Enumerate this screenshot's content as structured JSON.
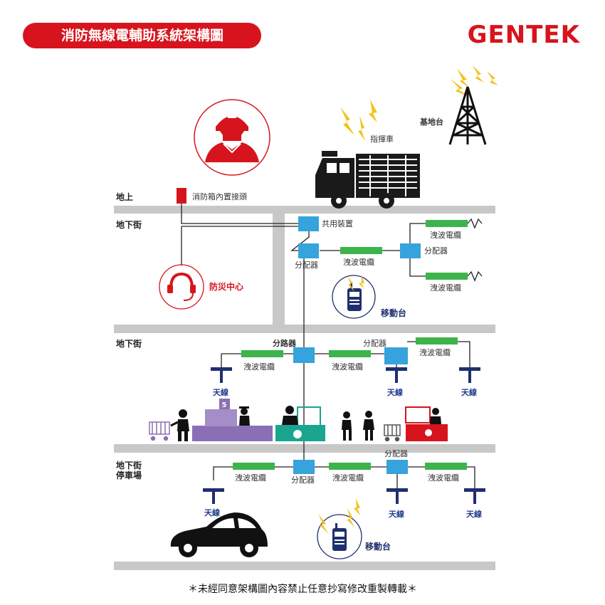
{
  "header": {
    "title": "消防無線電輔助系統架構圖",
    "brand": "GENTEK"
  },
  "levels": {
    "ground": "地上",
    "underground_1": "地下街",
    "underground_2": "地下街",
    "parking_line1": "地下街",
    "parking_line2": "停車場"
  },
  "labels": {
    "base_station": "基地台",
    "command_vehicle": "指揮車",
    "fire_box_connector": "消防箱內置接頭",
    "combiner": "共用裝置",
    "disaster_center": "防災中心",
    "splitter": "分配器",
    "router": "分路器",
    "leaky_cable": "洩波電纜",
    "antenna": "天線",
    "portable_radio": "移動台",
    "shop_sign_number": "5"
  },
  "footer": {
    "notice": "＊未經同意架構圖內容禁止任意抄寫修改重製轉載＊"
  },
  "colors": {
    "brand_red": "#d7141d",
    "splitter_blue": "#36a3dc",
    "cable_green": "#3cb44b",
    "antenna_navy": "#1f2f6e",
    "floor_gray": "#c8c8c8",
    "shop_purple": "#8b6fb5",
    "shop_teal": "#19a58f"
  }
}
